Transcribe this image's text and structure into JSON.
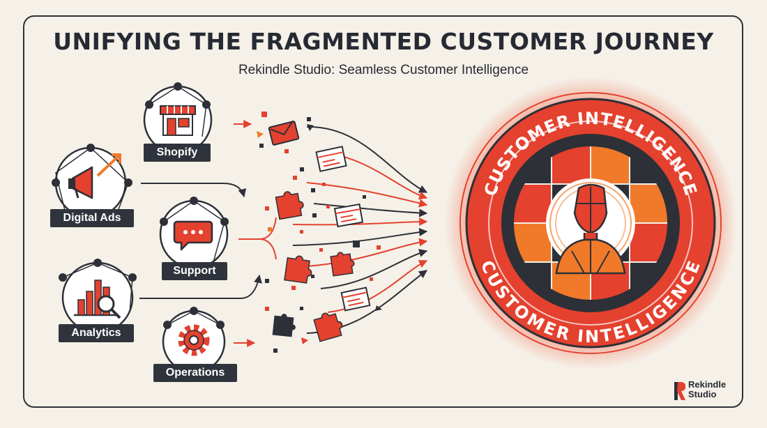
{
  "header": {
    "title": "UNIFYING THE FRAGMENTED CUSTOMER JOURNEY",
    "subtitle": "Rekindle Studio: Seamless Customer Intelligence"
  },
  "sources": [
    {
      "id": "shopify",
      "label": "Shopify",
      "icon": "storefront-icon"
    },
    {
      "id": "digital-ads",
      "label": "Digital Ads",
      "icon": "megaphone-icon"
    },
    {
      "id": "support",
      "label": "Support",
      "icon": "chat-bubble-icon"
    },
    {
      "id": "analytics",
      "label": "Analytics",
      "icon": "bar-chart-magnifier-icon"
    },
    {
      "id": "operations",
      "label": "Operations",
      "icon": "gear-icon"
    }
  ],
  "hub": {
    "ring_text_top": "CUSTOMER INTELLIGENCE",
    "ring_text_bottom": "CUSTOMER INTELLIGENCE",
    "center_icon": "customer-profile-icon"
  },
  "brand": {
    "logo_line1": "Rekindle",
    "logo_line2": "Studio"
  },
  "colors": {
    "accent_red": "#e4412f",
    "accent_orange": "#f07a2a",
    "dark": "#2d3037",
    "background": "#f5f1e8"
  }
}
